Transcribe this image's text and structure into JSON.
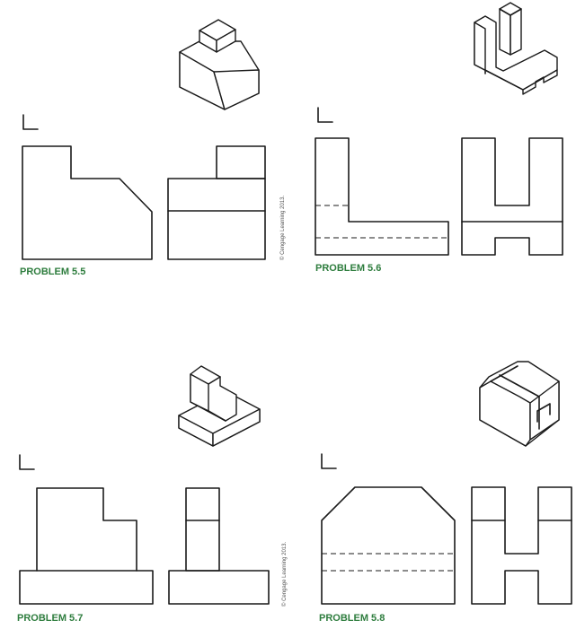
{
  "colors": {
    "label": "#2e7d3e",
    "line": "#1a1a1a"
  },
  "problems": [
    {
      "label": "PROBLEM 5.5"
    },
    {
      "label": "PROBLEM 5.6"
    },
    {
      "label": "PROBLEM 5.7"
    },
    {
      "label": "PROBLEM 5.8"
    }
  ],
  "credits": {
    "top": "© Cengage Learning 2013.",
    "bottom": "© Cengage Learning 2013."
  }
}
